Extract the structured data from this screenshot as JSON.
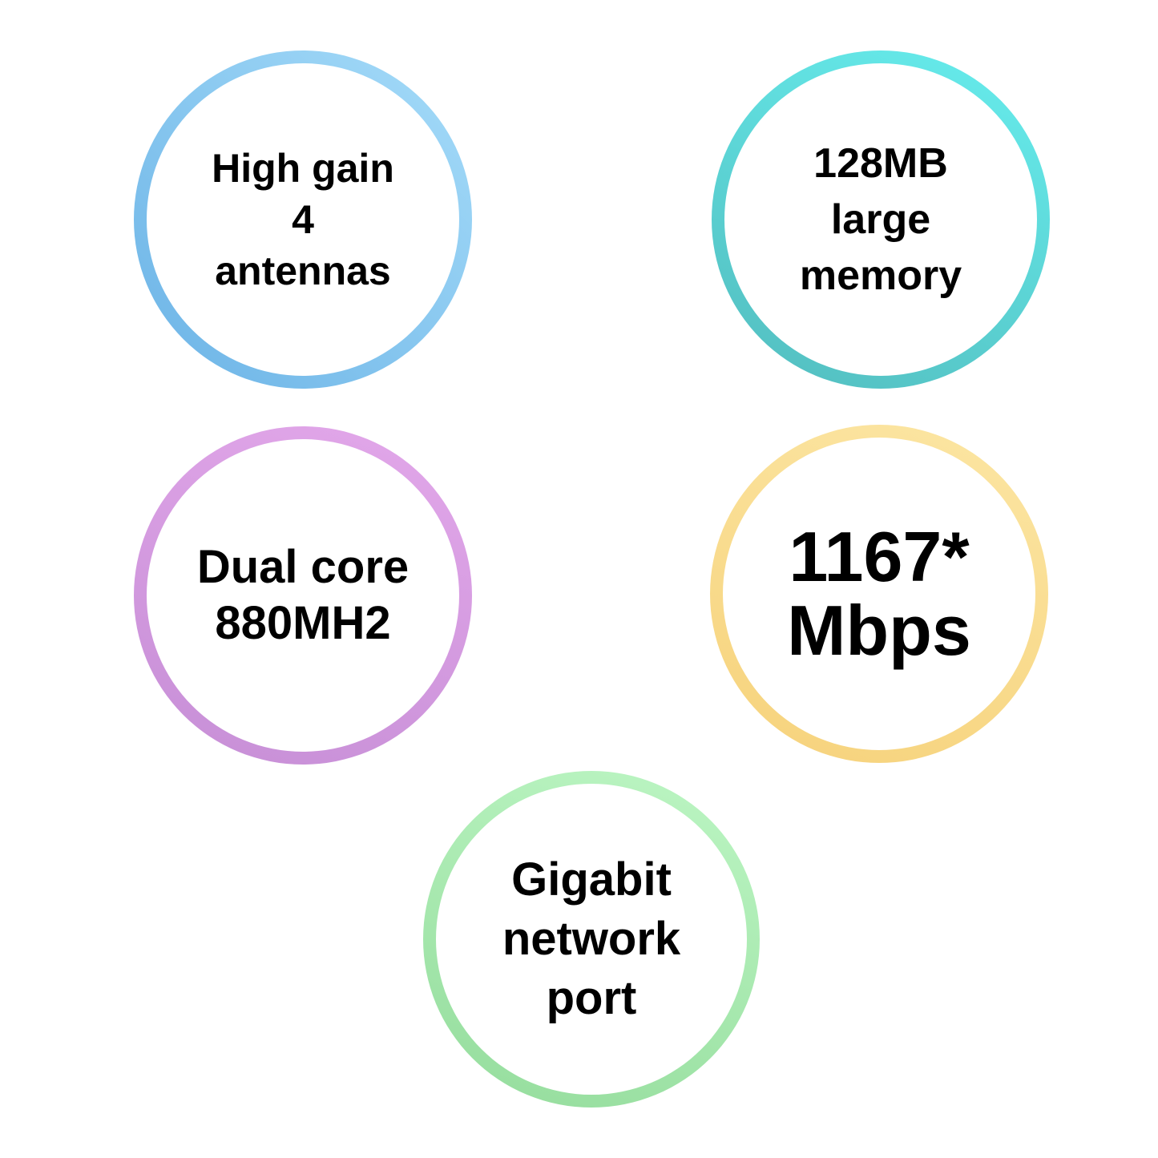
{
  "features": [
    {
      "id": "antennas",
      "lines": [
        "High gain",
        "4",
        "antennas"
      ],
      "ring_color_start": "#6bb3e6",
      "ring_color_end": "#a6dcf9"
    },
    {
      "id": "memory",
      "lines": [
        "128MB",
        "large",
        "memory"
      ],
      "ring_color_start": "#67eeee",
      "ring_color_end": "#52bcbe"
    },
    {
      "id": "cpu",
      "lines": [
        "Dual core",
        "880MH2"
      ],
      "ring_color_start": "#e3a8ea",
      "ring_color_end": "#c68ed6"
    },
    {
      "id": "speed",
      "lines": [
        "1167*",
        "Mbps"
      ],
      "ring_color_start": "#fce6a4",
      "ring_color_end": "#f6d27b"
    },
    {
      "id": "network-port",
      "lines": [
        "Gigabit",
        "network",
        "port"
      ],
      "ring_color_start": "#bdf6c4",
      "ring_color_end": "#94dc9c"
    }
  ]
}
